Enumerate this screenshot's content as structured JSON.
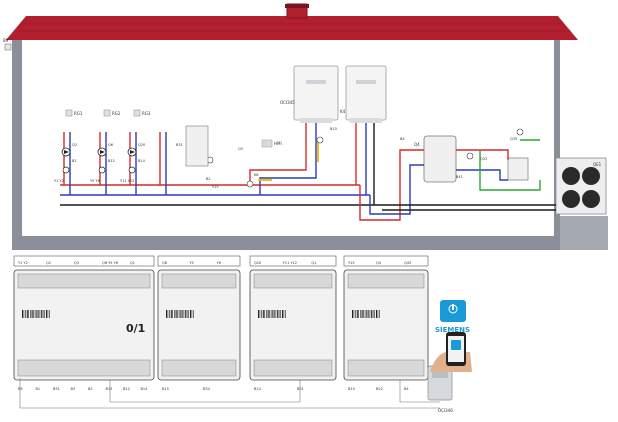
{
  "house": {
    "outdoor_sensor_label": "B9",
    "room_units": [
      "RG1",
      "RG2",
      "RG3"
    ],
    "boiler_sensor_label": "OCI345",
    "boiler_contact_label": "K4",
    "dhw_module_label": "Q4",
    "heatpump_label": "QE1",
    "hmi_label": "HMI"
  },
  "heating_circuits": [
    {
      "pump": "Q2",
      "valve": "Y1 Y2",
      "sensor": "B1"
    },
    {
      "pump": "Q6",
      "valve": "Y5 Y6",
      "sensor": "B12"
    },
    {
      "pump": "Q20",
      "valve": "Y11 Y12",
      "sensor": "B14"
    }
  ],
  "hydraulic_labels": [
    "B3",
    "B31",
    "Q3",
    "B2",
    "Y15",
    "K6",
    "B10",
    "B4",
    "B41",
    "Q33",
    "Q35"
  ],
  "controllers": [
    {
      "top_labels": [
        "Y1 Y2",
        "Q2",
        "Q3",
        "Q6 Y5 Y6",
        "Q1"
      ],
      "panel_label": "0/1",
      "bottom_labels": [
        "B9",
        "B1",
        "B31",
        "B3",
        "B2",
        "B13",
        "B12",
        "B14"
      ]
    },
    {
      "top_labels": [
        "Q8",
        "Y5",
        "Y6"
      ],
      "panel_label": "",
      "bottom_labels": [
        "B15",
        "B34"
      ]
    },
    {
      "top_labels": [
        "Q20",
        "Y11 Y12",
        "Q1"
      ],
      "panel_label": "",
      "bottom_labels": [
        "B14",
        "B31"
      ]
    },
    {
      "top_labels": [
        "Y15",
        "Q4",
        "Q45"
      ],
      "panel_label": "",
      "bottom_labels": [
        "B10",
        "B22",
        "B4"
      ]
    }
  ],
  "bus_label": "OCI346",
  "brand": {
    "name": "SIEMENS",
    "color": "#1a9bd7"
  },
  "colors": {
    "roof": "#b21f2e",
    "wall": "#7a7f8a",
    "flow": "#d42a2a",
    "return": "#2a3bb8",
    "black_pipe": "#1a1a1a"
  }
}
